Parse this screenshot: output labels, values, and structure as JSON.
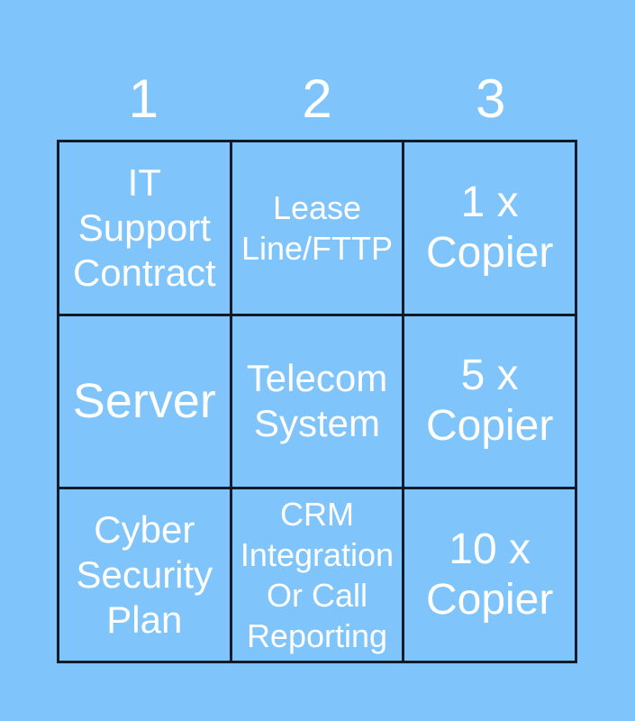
{
  "card": {
    "background_color": "#7fc4fb",
    "border_color": "#0d1b2a",
    "text_color": "#ffffff",
    "columns": 3,
    "rows": 3
  },
  "header": {
    "labels": [
      "1",
      "2",
      "3"
    ]
  },
  "grid": {
    "cells": [
      {
        "text": "IT\nSupport\nContract",
        "size": "t-md",
        "row": 1,
        "col": 1
      },
      {
        "text": "Lease\nLine/FTTP",
        "size": "t-sm",
        "row": 1,
        "col": 2
      },
      {
        "text": "1 x\nCopier",
        "size": "t-lg",
        "row": 1,
        "col": 3
      },
      {
        "text": "Server",
        "size": "t-xl",
        "row": 2,
        "col": 1
      },
      {
        "text": "Telecom\nSystem",
        "size": "t-md",
        "row": 2,
        "col": 2
      },
      {
        "text": "5 x\nCopier",
        "size": "t-lg",
        "row": 2,
        "col": 3
      },
      {
        "text": "Cyber\nSecurity\nPlan",
        "size": "t-md",
        "row": 3,
        "col": 1
      },
      {
        "text": "CRM\nIntegration\nOr Call\nReporting",
        "size": "t-sm",
        "row": 3,
        "col": 2
      },
      {
        "text": "10 x\nCopier",
        "size": "t-lg",
        "row": 3,
        "col": 3
      }
    ]
  }
}
